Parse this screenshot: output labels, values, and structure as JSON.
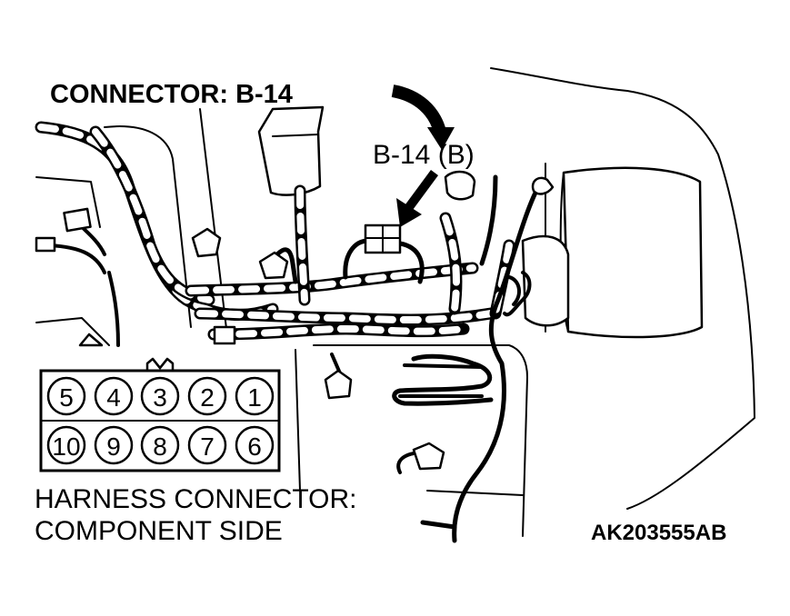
{
  "title": "CONNECTOR: B-14",
  "connector_callout": "B-14 (B)",
  "harness_label": {
    "line1": "HARNESS CONNECTOR:",
    "line2": "COMPONENT SIDE"
  },
  "figure_code": "AK203555AB",
  "pins": {
    "top_row": [
      "5",
      "4",
      "3",
      "2",
      "1"
    ],
    "bottom_row": [
      "10",
      "9",
      "8",
      "7",
      "6"
    ]
  }
}
